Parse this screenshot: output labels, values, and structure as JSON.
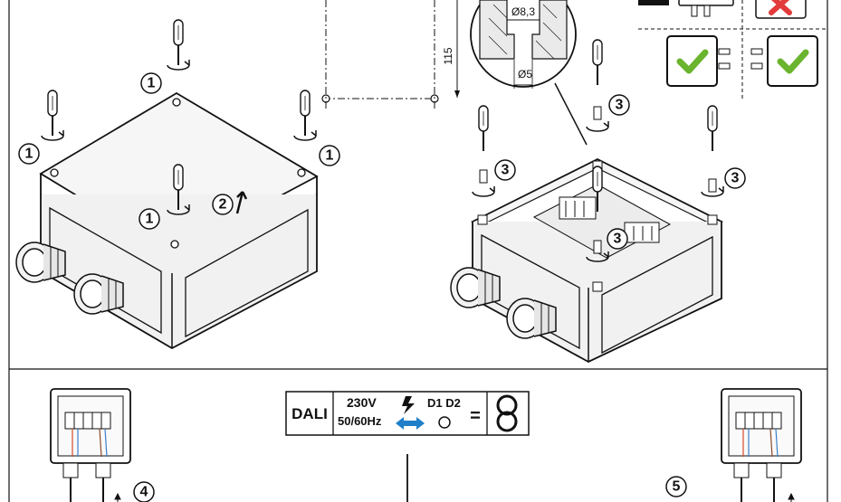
{
  "dimensions": {
    "height": "115",
    "hole_large": "Ø8,3",
    "hole_small": "Ø5"
  },
  "steps": {
    "s1": "1",
    "s2": "2",
    "s3": "3",
    "s4": "4",
    "s5": "5"
  },
  "spec_panel": {
    "protocol": "DALI",
    "voltage": "230V",
    "frequency": "50/60Hz",
    "terminals": "D1 D2",
    "equals": "="
  },
  "colors": {
    "line": "#111111",
    "check_green": "#6ab42e",
    "cross_red": "#e23b3b",
    "double_arrow": "#1f7fc8",
    "enclosure_fill": "#f4f4f4"
  },
  "icons": [
    "screwdriver-icon",
    "rotate-arrow-icon",
    "up-arrow-icon",
    "check-mark-icon",
    "cross-mark-icon",
    "lightning-icon",
    "double-arrow-icon",
    "double-insulation-icon",
    "cable-gland-icon"
  ]
}
